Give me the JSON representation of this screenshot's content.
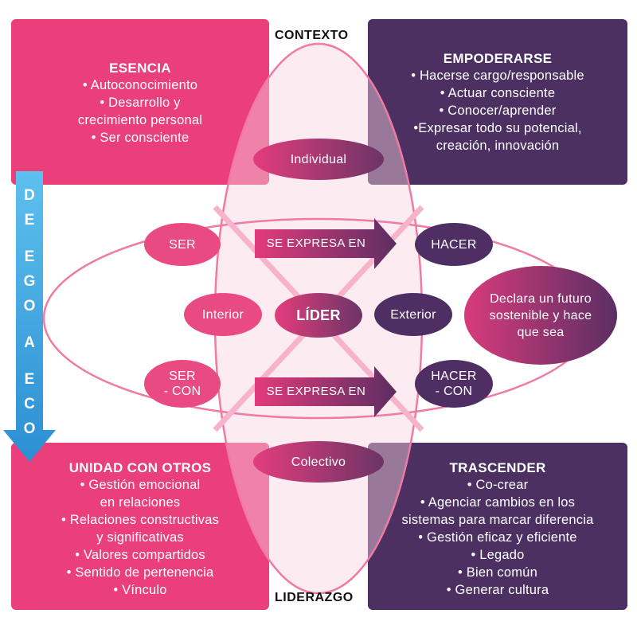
{
  "top_label": "CONTEXTO",
  "bottom_label": "LIDERAZGO",
  "side_arrow_text": [
    "D",
    "E",
    "",
    "E",
    "G",
    "O",
    "",
    "A",
    "",
    "E",
    "C",
    "O"
  ],
  "quadrants": {
    "esencia": {
      "title": "ESENCIA",
      "items": [
        "• Autoconocimiento",
        "• Desarrollo y\ncrecimiento personal",
        "• Ser consciente"
      ]
    },
    "empoderarse": {
      "title": "EMPODERARSE",
      "items": [
        "• Hacerse cargo/responsable",
        "• Actuar consciente",
        "• Conocer/aprender",
        "•Expresar todo su potencial,\ncreación, innovación"
      ]
    },
    "unidad": {
      "title": "UNIDAD CON OTROS",
      "items": [
        "• Gestión emocional\nen relaciones",
        "• Relaciones constructivas\ny significativas",
        "• Valores compartidos",
        "• Sentido de pertenencia",
        "• Vínculo"
      ]
    },
    "trascender": {
      "title": "TRASCENDER",
      "items": [
        "• Co-crear",
        "• Agenciar cambios en los\nsistemas para marcar diferencia",
        "• Gestión eficaz y eficiente",
        "• Legado",
        "• Bien común",
        "• Generar cultura"
      ]
    }
  },
  "nodes": {
    "individual": "Individual",
    "colectivo": "Colectivo",
    "ser": "SER",
    "ser_con": "SER\n- CON",
    "hacer": "HACER",
    "hacer_con": "HACER\n- CON",
    "interior": "Interior",
    "lider": "LÍDER",
    "exterior": "Exterior",
    "declara": "Declara un futuro\nsostenible y hace\nque sea"
  },
  "arrows": {
    "top": "SE EXPRESA EN",
    "bottom": "SE EXPRESA EN"
  },
  "colors": {
    "pink": "#ea3f7b",
    "purple": "#4b3061",
    "outline": "#f07aa3",
    "side_arrow": "#3aa0dd"
  }
}
